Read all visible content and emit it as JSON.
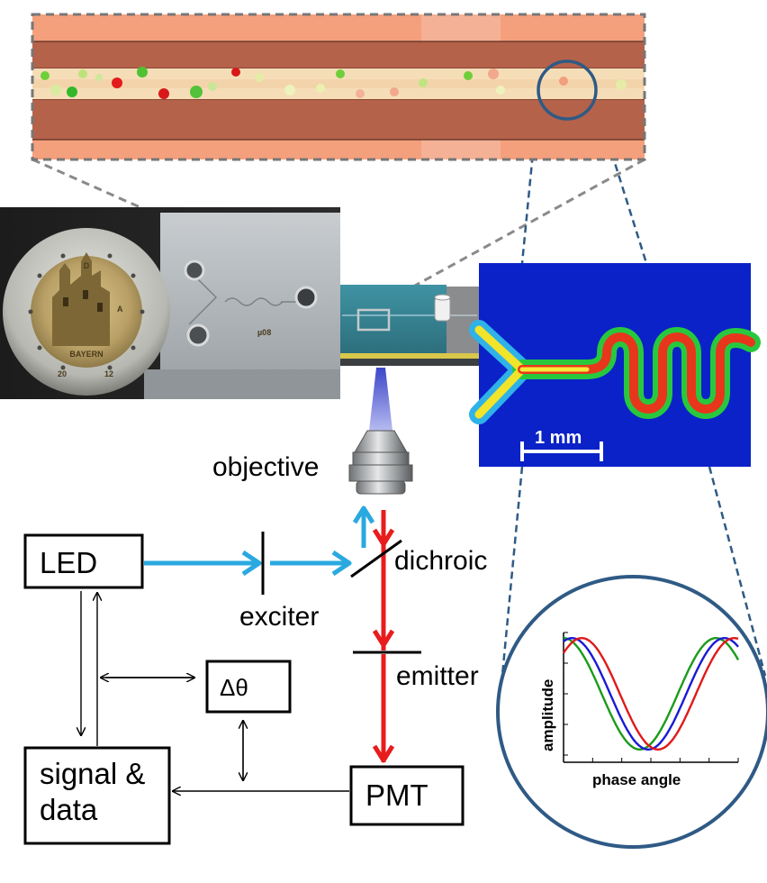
{
  "labels": {
    "objective": "objective",
    "dichroic": "dichroic",
    "exciter": "exciter",
    "emitter": "emitter"
  },
  "boxes": {
    "led": "LED",
    "delta_theta": "Δθ",
    "signal_line1": "signal &",
    "signal_line2": "data",
    "pmt": "PMT"
  },
  "microscopy": {
    "scale_bar": "1 mm"
  },
  "coin": {
    "country": "D",
    "mint": "A",
    "state": "BAYERN",
    "year_left": "20",
    "year_right": "12"
  },
  "chip": {
    "engraving": "µ08"
  },
  "colors": {
    "excitation_light": "#2aa9e0",
    "emission_light": "#e81c1c",
    "channel_wall": "#b5624a",
    "channel_bg": "#f4a07c",
    "fluorescence_bg": "#0a22c8",
    "zoom_line": "#8a8a8a",
    "zoom_line_dark": "#2f5a85"
  },
  "chart_data": {
    "type": "line",
    "title": "",
    "xlabel": "phase angle",
    "ylabel": "amplitude",
    "x_range": [
      0,
      7.2
    ],
    "ylim": [
      -1.1,
      1.1
    ],
    "series": [
      {
        "color": "#1a9b1a",
        "phase_shift": 0.0
      },
      {
        "color": "#1a1ad6",
        "phase_shift": 0.35
      },
      {
        "color": "#e01a1a",
        "phase_shift": 0.75
      }
    ]
  }
}
